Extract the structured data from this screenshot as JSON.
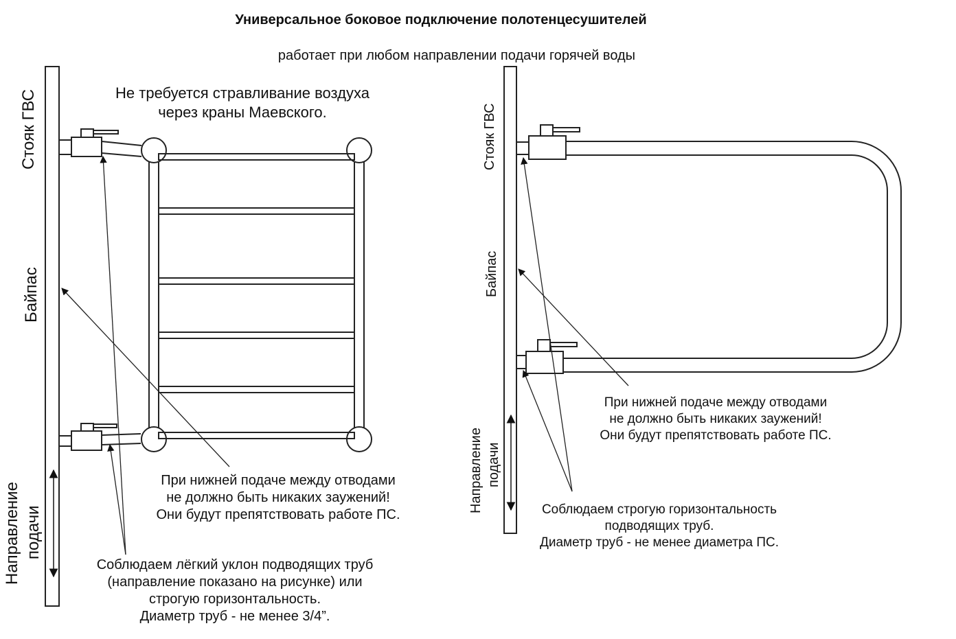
{
  "header": {
    "title": "Универсальное боковое подключение полотенцесушителей",
    "subtitle": "работает при любом направлении подачи горячей воды"
  },
  "left": {
    "note_air": [
      "Не требуется стравливание воздуха",
      "через краны Маевского."
    ],
    "label_riser": "Стояк ГВС",
    "label_bypass": "Байпас",
    "label_direction": [
      "Направление",
      "подачи"
    ],
    "note_bottom": [
      "При нижней подаче между отводами",
      "не должно быть никаких заужений!",
      "Они будут препятствовать работе ПС."
    ],
    "note_slope": [
      "Соблюдаем лёгкий уклон подводящих труб",
      "(направление показано на рисунке) или",
      "строгую горизонтальность.",
      "Диаметр труб - не менее 3/4”."
    ]
  },
  "right": {
    "label_riser": "Стояк ГВС",
    "label_bypass": "Байпас",
    "label_direction": [
      "Направление",
      "подачи"
    ],
    "note_bottom": [
      "При нижней подаче между отводами",
      "не должно быть никаких заужений!",
      "Они будут препятствовать работе ПС."
    ],
    "note_horizontal": [
      "Соблюдаем строгую горизонтальность",
      "подводящих труб.",
      "Диаметр труб - не менее диаметра ПС."
    ]
  },
  "colors": {
    "line": "#222222",
    "background": "#ffffff"
  }
}
